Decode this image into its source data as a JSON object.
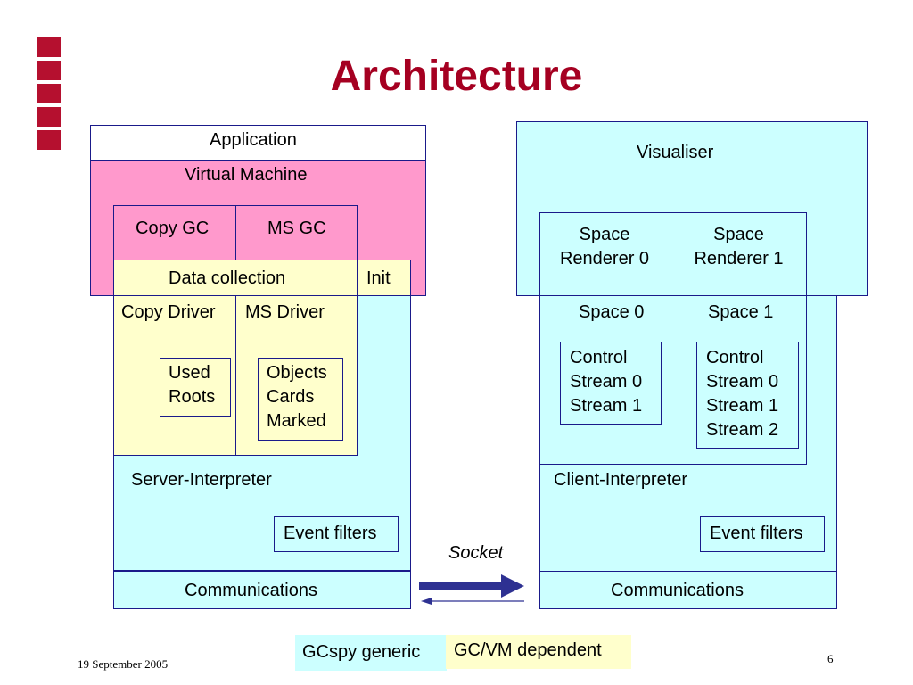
{
  "slide": {
    "title": "Architecture",
    "date": "19 September 2005",
    "page_number": "6"
  },
  "colors": {
    "title": "#a50021",
    "bullet": "#b5102f",
    "generic_cyan": "#ccffff",
    "dependent_yellow": "#ffffcc",
    "virtual_machine_pink": "#ff99cc",
    "border": "#1a1a8a",
    "arrow": "#2e3192"
  },
  "server": {
    "application": "Application",
    "virtual_machine": "Virtual Machine",
    "copy_gc": "Copy GC",
    "ms_gc": "MS GC",
    "data_collection": "Data collection",
    "init": "Init",
    "copy_driver": "Copy Driver",
    "ms_driver": "MS Driver",
    "used_roots": "Used\nRoots",
    "objects_cards_marked": "Objects\nCards\nMarked",
    "interpreter": "Server-Interpreter",
    "event_filters": "Event filters",
    "communications": "Communications"
  },
  "client": {
    "visualiser": "Visualiser",
    "space_renderer_0": "Space\nRenderer 0",
    "space_renderer_1": "Space\nRenderer 1",
    "space_0": "Space 0",
    "space_1": "Space 1",
    "streams_0": "Control\nStream 0\nStream 1",
    "streams_1": "Control\nStream 0\nStream 1\nStream 2",
    "interpreter": "Client-Interpreter",
    "event_filters": "Event filters",
    "communications": "Communications"
  },
  "link": {
    "socket": "Socket"
  },
  "legend": {
    "generic": "GCspy generic",
    "dependent": "GC/VM dependent"
  }
}
